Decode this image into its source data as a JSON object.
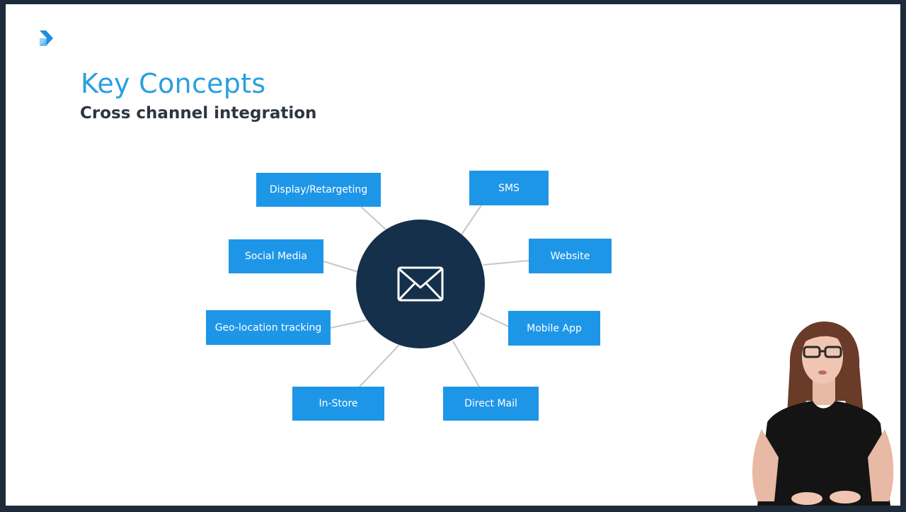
{
  "slide": {
    "title": "Key Concepts",
    "subtitle": "Cross channel integration"
  },
  "diagram": {
    "hub_icon": "envelope-icon",
    "nodes": [
      {
        "id": "display",
        "label": "Display/Retargeting"
      },
      {
        "id": "sms",
        "label": "SMS"
      },
      {
        "id": "social",
        "label": "Social Media"
      },
      {
        "id": "website",
        "label": "Website"
      },
      {
        "id": "geo",
        "label": "Geo-location tracking"
      },
      {
        "id": "mobile",
        "label": "Mobile App"
      },
      {
        "id": "instore",
        "label": "In-Store"
      },
      {
        "id": "mail",
        "label": "Direct Mail"
      }
    ]
  },
  "colors": {
    "accent": "#1e96e8",
    "hub": "#14304b",
    "title": "#2a9fe0",
    "frame": "#1e2b3a"
  }
}
